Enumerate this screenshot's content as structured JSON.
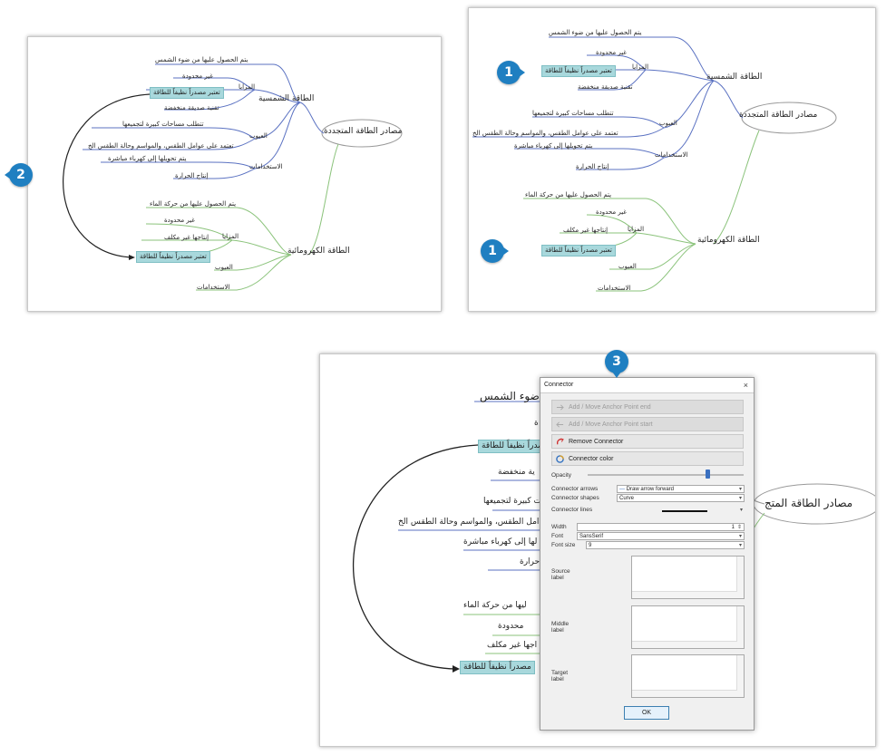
{
  "panel_left": {
    "root": "مصادر الطاقة المتجددة",
    "solar": "الطاقة الشمسية",
    "solar_source": "يتم الحصول عليها من ضوء الشمس",
    "advantages": "المزايا",
    "adv1": "غير محدودة",
    "adv2": "تعتبر مصدراً نظيفاً للطاقة",
    "adv3": "تقنية صديقة منخفضة",
    "disadvantages": "العيوب",
    "dis1": "تتطلب مساحات كبيرة لتجميعها",
    "dis2": "تعتمد على عوامل الطقس، والمواسم وحالة الطقس الخ",
    "uses": "الاستخدامات",
    "use1": "يتم تحويلها إلى كهرباء مباشرة",
    "use2": "إنتاج الحرارة",
    "hydro": "الطاقة الكهرومائية",
    "hydro_source": "يتم الحصول عليها من حركة الماء",
    "h_adv": "المزايا",
    "h_adv1": "غير محدودة",
    "h_adv2": "إنتاجها غير مكلف",
    "h_adv3": "تعتبر مصدراً نظيفاً للطاقة",
    "h_dis": "العيوب",
    "h_uses": "الاستخدامات"
  },
  "panel_right": {
    "root": "مصادر الطاقة المتجددة",
    "solar": "الطاقة الشمسية",
    "solar_source": "يتم الحصول عليها من ضوء الشمس",
    "advantages": "المزايا",
    "adv1": "غير محدودة",
    "adv2": "تعتبر مصدراً نظيفاً للطاقة",
    "adv3": "تقنية صديقة منخفضة",
    "disadvantages": "العيوب",
    "dis1": "تتطلب مساحات كبيرة لتجميعها",
    "dis2": "تعتمد على عوامل الطقس، والمواسم وحالة الطقس الخ",
    "uses": "الاستخدامات",
    "use1": "يتم تحويلها إلى كهرباء مباشرة",
    "use2": "إنتاج الحرارة",
    "hydro": "الطاقة الكهرومائية",
    "hydro_source": "يتم الحصول عليها من حركة الماء",
    "h_adv": "المزايا",
    "h_adv1": "غير محدودة",
    "h_adv2": "إنتاجها غير مكلف",
    "h_adv3": "تعتبر مصدراً نظيفاً للطاقة",
    "h_dis": "العيوب",
    "h_uses": "الاستخدامات"
  },
  "panel_bottom": {
    "n1": "ضوء الشمس",
    "n2": "ة",
    "n3": "صدراً نظيفاً للطاقة",
    "n4": "ية منخفضة",
    "n5": "ت كبيرة لتجميعها",
    "n6": "امل الطقس، والمواسم وحالة الطقس الخ",
    "n7": "لها إلى كهرباء مباشرة",
    "n8": "حرارة",
    "n9": "ليها من حركة الماء",
    "n10": "محدودة",
    "n11": "اجها غير مكلف",
    "n12": "مصدراً نظيفاً للطاقة",
    "root": "مصادر الطاقة المتج"
  },
  "badges": {
    "b1": "1",
    "b2": "2",
    "b3": "3",
    "b4": "1"
  },
  "dialog": {
    "title": "Connector",
    "close": "×",
    "item1": "Add / Move Anchor Point end",
    "item2": "Add / Move Anchor Point start",
    "remove": "Remove Connector",
    "color": "Connector color",
    "opacity_label": "Opacity",
    "arrows_label": "Connector arrows",
    "arrows_value": "Draw arrow forward",
    "shapes_label": "Connector shapes",
    "shapes_value": "Curve",
    "lines_label": "Connector lines",
    "width_label": "Width",
    "width_value": "1",
    "font_label": "Font",
    "font_value": "SansSerif",
    "fontsize_label": "Font size",
    "fontsize_value": "9",
    "source_label": "Source label",
    "middle_label": "Middle label",
    "target_label": "Target label",
    "ok": "OK"
  },
  "colors": {
    "accent": "#1f7fc1",
    "highlight": "#a8d8dc",
    "blue_branch": "#5b72c2",
    "green_branch": "#8bc37b"
  }
}
